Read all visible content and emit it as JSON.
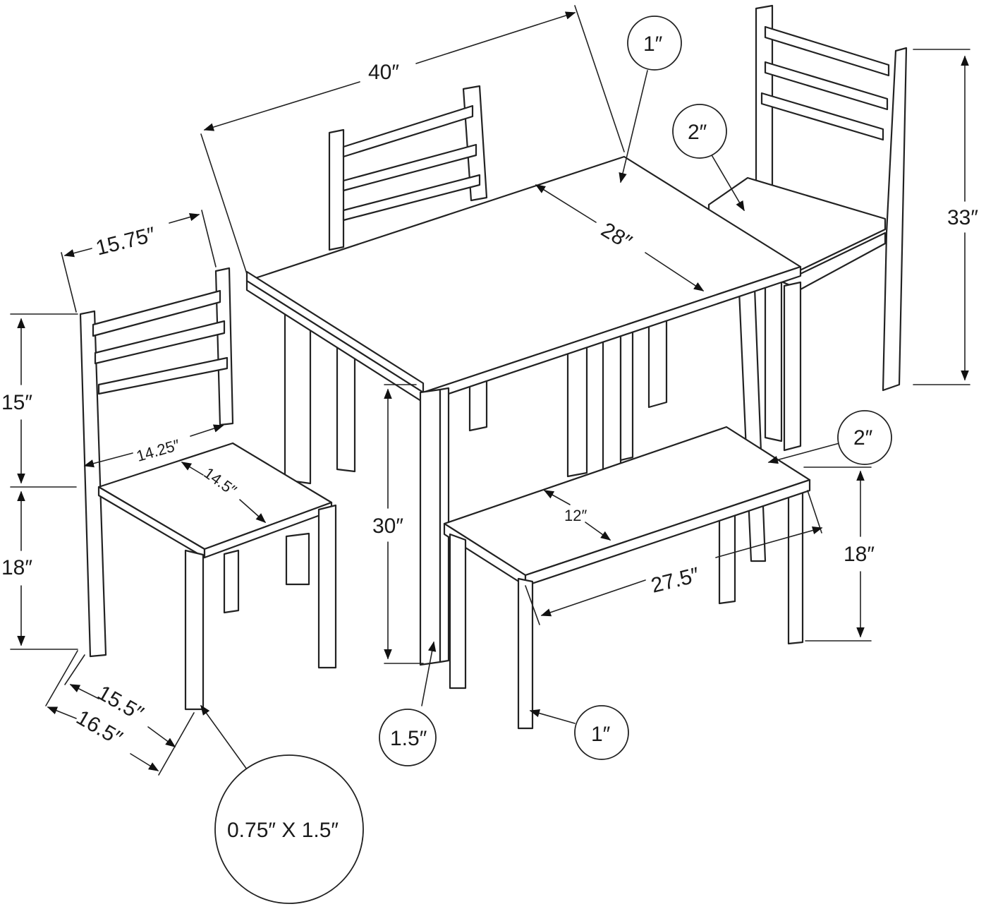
{
  "dimensions": {
    "table_width": "40″",
    "table_depth": "28″",
    "table_height": "30″",
    "table_top_thickness": "1″",
    "table_leg_size": "1.5″",
    "chair_height": "33″",
    "chair_seat_thickness": "2″",
    "chair_back_height": "15″",
    "chair_seat_height": "18″",
    "chair_top_width": "15.75″",
    "chair_seat_width": "14.25″",
    "chair_seat_depth": "14.5″",
    "chair_depth": "15.5″",
    "chair_overall_depth": "16.5″",
    "chair_leg_size": "0.75″ X 1.5″",
    "bench_thickness": "2″",
    "bench_depth": "12″",
    "bench_width": "27.5″",
    "bench_height": "18″",
    "bench_leg_size": "1″"
  }
}
